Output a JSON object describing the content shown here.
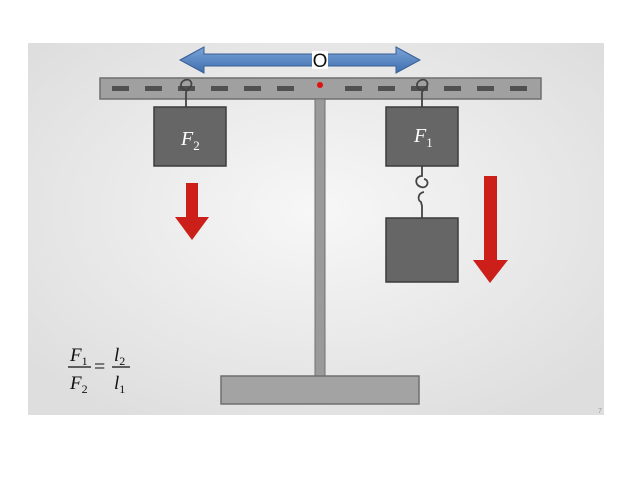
{
  "pivot_label": "O",
  "weights": {
    "left": {
      "symbol": "F",
      "subscript": "2"
    },
    "right": {
      "symbol": "F",
      "subscript": "1"
    }
  },
  "formula": {
    "num_left": {
      "symbol": "F",
      "subscript": "1"
    },
    "den_left": {
      "symbol": "F",
      "subscript": "2"
    },
    "equals": "=",
    "num_right": {
      "symbol": "l",
      "subscript": "2"
    },
    "den_right": {
      "symbol": "l",
      "subscript": "1"
    }
  },
  "corner_mark": "7",
  "colors": {
    "panel_background": "#ebebeb",
    "lever_bar": "#9a9a9a",
    "weight_box": "#666666",
    "force_arrow": "#cc1f1a",
    "lever_arm_arrow": "#4f7fbf",
    "pivot_dot": "#e01010"
  }
}
